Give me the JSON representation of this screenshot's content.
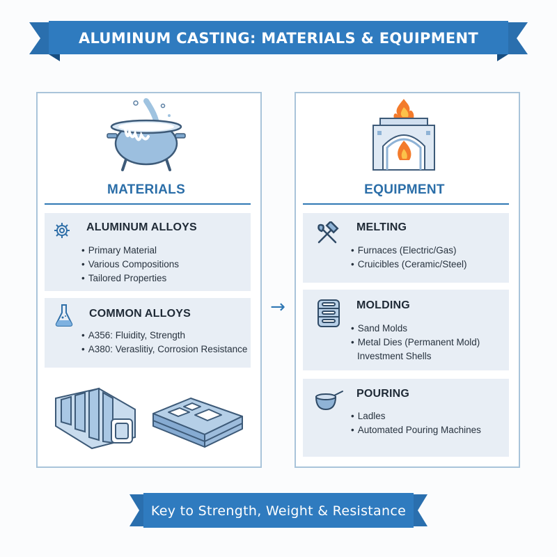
{
  "title": "ALUMINUM CASTING: MATERIALS & EQUIPMENT",
  "footer": "Key to Strength, Weight & Resistance",
  "materials": {
    "heading": "MATERIALS",
    "cards": [
      {
        "title": "ALUMINUM ALLOYS",
        "icon": "gear-icon",
        "items": [
          "Primary Material",
          "Various Compositions",
          "Tailored Properties"
        ]
      },
      {
        "title": "COMMON ALLOYS",
        "icon": "flask-icon",
        "items": [
          "A356: Fluidity, Strength",
          "A380: Veraslitiy, Corrosion Resistance"
        ]
      }
    ]
  },
  "arrow": "→",
  "equipment": {
    "heading": "EQUIPMENT",
    "cards": [
      {
        "title": "MELTING",
        "icon": "hammer-wrench-icon",
        "items": [
          "Furnaces (Electric/Gas)",
          "Cruicibles (Ceramic/Steel)"
        ]
      },
      {
        "title": "MOLDING",
        "icon": "mold-stack-icon",
        "items": [
          "Sand Molds",
          "Metal Dies (Permanent Mold)",
          "Investment Shells"
        ]
      },
      {
        "title": "POURING",
        "icon": "ladle-icon",
        "items": [
          "Ladles",
          "Automated Pouring Machines"
        ]
      }
    ]
  },
  "colors": {
    "ribbon": "#2f7bbf",
    "ribbon_fold": "#1d5a92",
    "heading": "#2b6ea8",
    "card_bg": "#e8eef5",
    "panel_border": "#a9c4da"
  }
}
